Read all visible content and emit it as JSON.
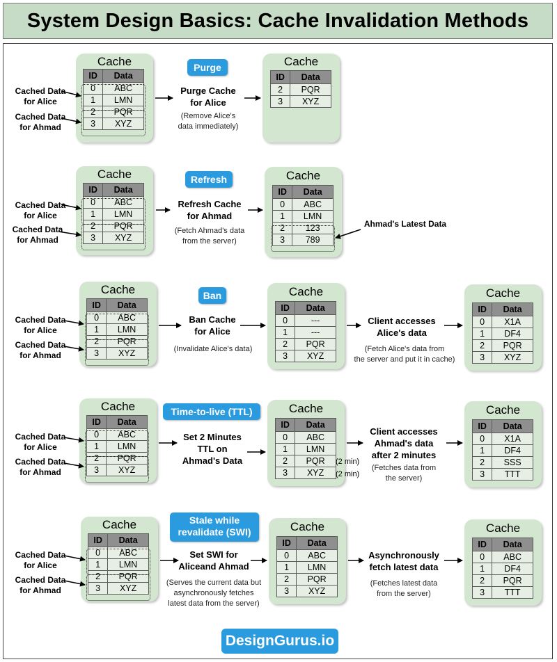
{
  "title": "System Design Basics: Cache Invalidation Methods",
  "cache_label": "Cache",
  "col_id": "ID",
  "col_data": "Data",
  "sections": [
    {
      "badge": "Purge",
      "left_rows": [
        [
          "0",
          "ABC"
        ],
        [
          "1",
          "LMN"
        ],
        [
          "2",
          "PQR"
        ],
        [
          "3",
          "XYZ"
        ]
      ],
      "label_alice": "Cached Data\nfor Alice",
      "label_ahmad": "Cached Data\nfor Ahmad",
      "action": "Purge Cache\nfor Alice",
      "action_sub": "(Remove Alice's\ndata immediately)",
      "mid_rows": [
        [
          "2",
          "PQR"
        ],
        [
          "3",
          "XYZ"
        ]
      ]
    },
    {
      "badge": "Refresh",
      "left_rows": [
        [
          "0",
          "ABC"
        ],
        [
          "1",
          "LMN"
        ],
        [
          "2",
          "PQR"
        ],
        [
          "3",
          "XYZ"
        ]
      ],
      "label_alice": "Cached Data\nfor Alice",
      "label_ahmad": "Cached Data\nfor Ahmad",
      "action": "Refresh Cache\nfor Ahmad",
      "action_sub": "(Fetch Ahmad's data\nfrom the server)",
      "mid_rows": [
        [
          "0",
          "ABC"
        ],
        [
          "1",
          "LMN"
        ],
        [
          "2",
          "123"
        ],
        [
          "3",
          "789"
        ]
      ],
      "note": "Ahmad's Latest Data"
    },
    {
      "badge": "Ban",
      "left_rows": [
        [
          "0",
          "ABC"
        ],
        [
          "1",
          "LMN"
        ],
        [
          "2",
          "PQR"
        ],
        [
          "3",
          "XYZ"
        ]
      ],
      "label_alice": "Cached Data\nfor Alice",
      "label_ahmad": "Cached Data\nfor Ahmad",
      "action": "Ban Cache\nfor Alice",
      "action_sub": "(Invalidate Alice's data)",
      "mid_rows": [
        [
          "0",
          "---"
        ],
        [
          "1",
          "---"
        ],
        [
          "2",
          "PQR"
        ],
        [
          "3",
          "XYZ"
        ]
      ],
      "action2": "Client accesses\nAlice's data",
      "action2_sub": "(Fetch Alice's data from\nthe server and put it in cache)",
      "right_rows": [
        [
          "0",
          "X1A"
        ],
        [
          "1",
          "DF4"
        ],
        [
          "2",
          "PQR"
        ],
        [
          "3",
          "XYZ"
        ]
      ]
    },
    {
      "badge": "Time-to-live (TTL)",
      "left_rows": [
        [
          "0",
          "ABC"
        ],
        [
          "1",
          "LMN"
        ],
        [
          "2",
          "PQR"
        ],
        [
          "3",
          "XYZ"
        ]
      ],
      "label_alice": "Cached Data\nfor Alice",
      "label_ahmad": "Cached Data\nfor Ahmad",
      "action": "Set 2 Minutes\nTTL on\nAhmad's Data",
      "mid_rows": [
        [
          "0",
          "ABC"
        ],
        [
          "1",
          "LMN"
        ],
        [
          "2",
          "PQR"
        ],
        [
          "3",
          "XYZ"
        ]
      ],
      "ttl_tag": "(2 min)",
      "action2": "Client accesses\nAhmad's data\nafter 2 minutes",
      "action2_sub": "(Fetches data from\nthe server)",
      "right_rows": [
        [
          "0",
          "X1A"
        ],
        [
          "1",
          "DF4"
        ],
        [
          "2",
          "SSS"
        ],
        [
          "3",
          "TTT"
        ]
      ]
    },
    {
      "badge": "Stale while\nrevalidate (SWI)",
      "left_rows": [
        [
          "0",
          "ABC"
        ],
        [
          "1",
          "LMN"
        ],
        [
          "2",
          "PQR"
        ],
        [
          "3",
          "XYZ"
        ]
      ],
      "label_alice": "Cached Data\nfor Alice",
      "label_ahmad": "Cached Data\nfor Ahmad",
      "action": "Set SWI for\nAliceand Ahmad",
      "action_sub": "(Serves the current data but\nasynchronously fetches\nlatest data from the server)",
      "mid_rows": [
        [
          "0",
          "ABC"
        ],
        [
          "1",
          "LMN"
        ],
        [
          "2",
          "PQR"
        ],
        [
          "3",
          "XYZ"
        ]
      ],
      "action2": "Asynchronously\nfetch latest data",
      "action2_sub": "(Fetches latest data\nfrom the server)",
      "right_rows": [
        [
          "0",
          "ABC"
        ],
        [
          "1",
          "DF4"
        ],
        [
          "2",
          "PQR"
        ],
        [
          "3",
          "TTT"
        ]
      ]
    }
  ],
  "brand": "DesignGurus.io"
}
